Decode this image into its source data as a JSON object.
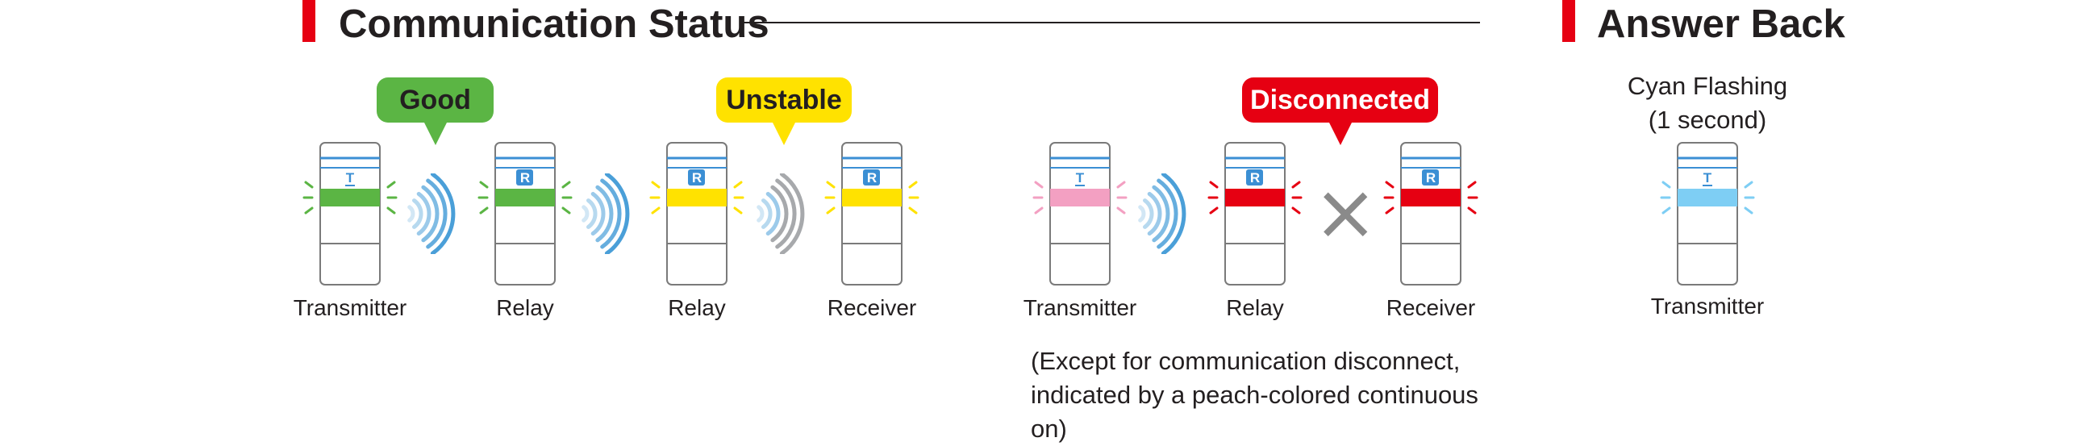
{
  "sections": {
    "communication": {
      "title": "Communication Status"
    },
    "answer_back": {
      "title": "Answer Back"
    }
  },
  "bubbles": {
    "good": {
      "label": "Good",
      "color": "#5bb544",
      "text_color": "#231f20"
    },
    "unstable": {
      "label": "Unstable",
      "color": "#ffe200",
      "text_color": "#231f20"
    },
    "disconnected": {
      "label": "Disconnected",
      "color": "#e60012",
      "text_color": "#ffffff"
    }
  },
  "devices": [
    {
      "label": "Transmitter",
      "badge": "T",
      "band_color": "#5bb544"
    },
    {
      "label": "Relay",
      "badge": "R",
      "band_color": "#5bb544"
    },
    {
      "label": "Relay",
      "badge": "R",
      "band_color": "#ffe200"
    },
    {
      "label": "Receiver",
      "badge": "R",
      "band_color": "#ffe200"
    },
    {
      "label": "Transmitter",
      "badge": "T",
      "band_color": "#f3a0c2"
    },
    {
      "label": "Relay",
      "badge": "R",
      "band_color": "#e60012"
    },
    {
      "label": "Receiver",
      "badge": "R",
      "band_color": "#e60012"
    },
    {
      "label": "Transmitter",
      "badge": "T",
      "band_color": "#7ecef4"
    }
  ],
  "waves": [
    {
      "style": "blue"
    },
    {
      "style": "blue"
    },
    {
      "style": "weak"
    },
    {
      "style": "blue"
    }
  ],
  "disconnect_mark": "×",
  "note_lines": [
    "(Except for communication disconnect,",
    "indicated by a peach-colored continuous",
    "on)"
  ],
  "answer_caption": [
    "Cyan Flashing",
    "(1 second)"
  ],
  "colors": {
    "accent_red": "#e60012",
    "signal_blue": "#4a9fd8",
    "badge_blue": "#3b8fd4",
    "weak_gray": "#a7a9ac"
  }
}
